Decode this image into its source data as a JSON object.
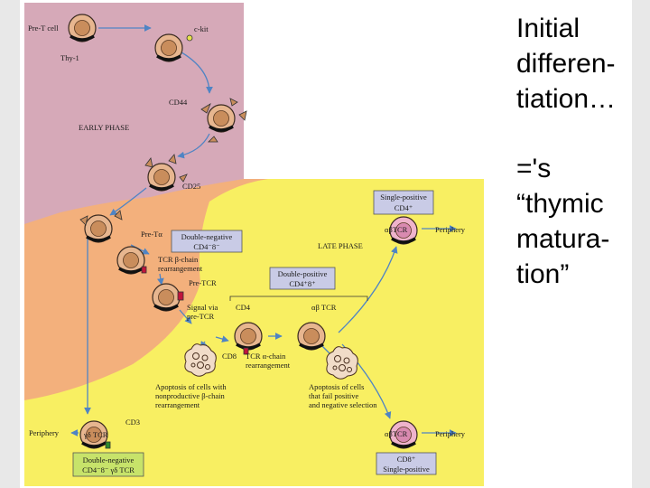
{
  "slide_text": {
    "lines_1": [
      "Initial",
      "differen-",
      "tiation…"
    ],
    "lines_2": [
      "='s",
      "“thymic",
      "matura-",
      "tion”"
    ]
  },
  "diagram": {
    "colors": {
      "early_bg": "#d6a9b8",
      "orange_bg": "#f3b07c",
      "late_bg": "#f8ef62",
      "blue_box": "#c9cbe6",
      "cell_fill": "#e7b68f",
      "nucleus": "#c98d5c",
      "pink_cell": "#efb3cc",
      "green_box": "#c7e36a",
      "arrow": "#4f84c4"
    },
    "labels": {
      "pre_t_cell": "Pre-T cell",
      "c_kit": "c-kit",
      "thy1": "Thy-1",
      "cd44": "CD44",
      "early_phase": "EARLY PHASE",
      "cd25": "CD25",
      "pre_ta": "Pre-Tα",
      "tcr_beta_1": "TCR β-chain",
      "tcr_beta_2": "rearrangement",
      "pre_tcr": "Pre-TCR",
      "signal_1": "Signal via",
      "signal_2": "pre-TCR",
      "cd4": "CD4",
      "ab_tcr": "αβ TCR",
      "cd8": "CD8",
      "tcr_alpha_1": "TCR α-chain",
      "tcr_alpha_2": "rearrangement",
      "late_phase": "LATE PHASE",
      "apop_left_1": "Apoptosis of cells with",
      "apop_left_2": "nonproductive β-chain",
      "apop_left_3": "rearrangement",
      "apop_right_1": "Apoptosis of cells",
      "apop_right_2": "that fail positive",
      "apop_right_3": "and negative selection",
      "cd3": "CD3",
      "periphery": "Periphery",
      "gd_tcr": "γδ TCR",
      "ab_tcr_top": "αβTCR",
      "ab_tcr_bottom": "αβTCR"
    },
    "boxes": {
      "double_negative_1": "Double-negative",
      "double_negative_2": "CD4⁻8⁻",
      "double_positive_1": "Double-positive",
      "double_positive_2": "CD4⁺8⁺",
      "single_cd4_1": "Single-positive",
      "single_cd4_2": "CD4⁺",
      "single_cd8_1": "CD8⁺",
      "single_cd8_2": "Single-positive",
      "gd_box_1": "Double-negative",
      "gd_box_2": "CD4⁻8⁻ γδ TCR"
    }
  }
}
